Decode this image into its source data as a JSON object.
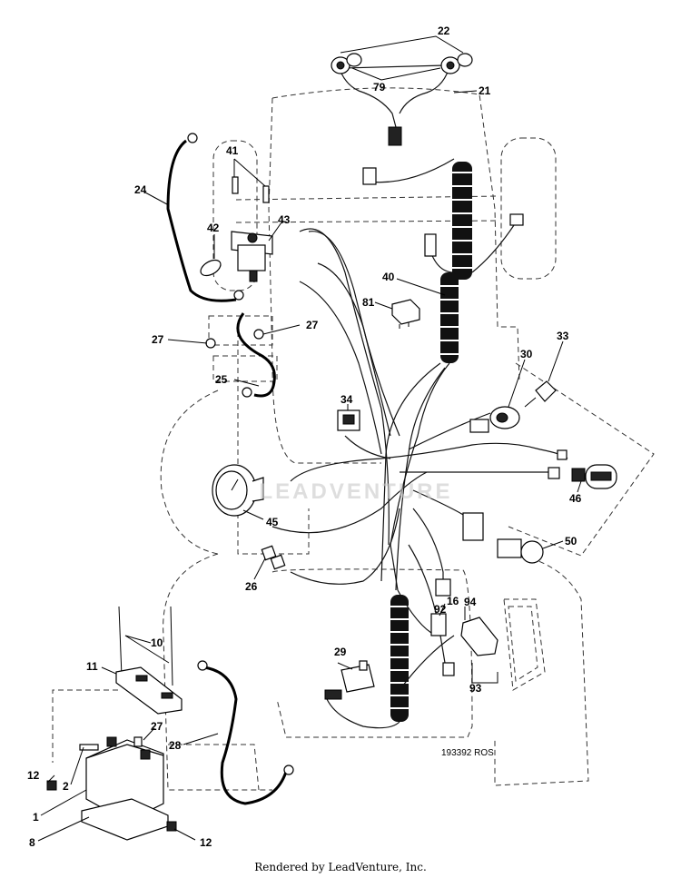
{
  "diagram": {
    "drawing_number": "193392 ROS",
    "watermark": "LEADVENTURE",
    "footer": "Rendered by LeadVenture, Inc.",
    "callouts": {
      "c22": "22",
      "c79": "79",
      "c21": "21",
      "c41": "41",
      "c24": "24",
      "c43": "43",
      "c42": "42",
      "c40": "40",
      "c81": "81",
      "c27a": "27",
      "c27b": "27",
      "c25": "25",
      "c34": "34",
      "c30": "30",
      "c33": "33",
      "c46": "46",
      "c45": "45",
      "c50": "50",
      "c26": "26",
      "c16": "16",
      "c92": "92",
      "c94": "94",
      "c10": "10",
      "c29": "29",
      "c11": "11",
      "c93": "93",
      "c27c": "27",
      "c28": "28",
      "c12a": "12",
      "c2": "2",
      "c1": "1",
      "c8": "8",
      "c12b": "12"
    }
  }
}
